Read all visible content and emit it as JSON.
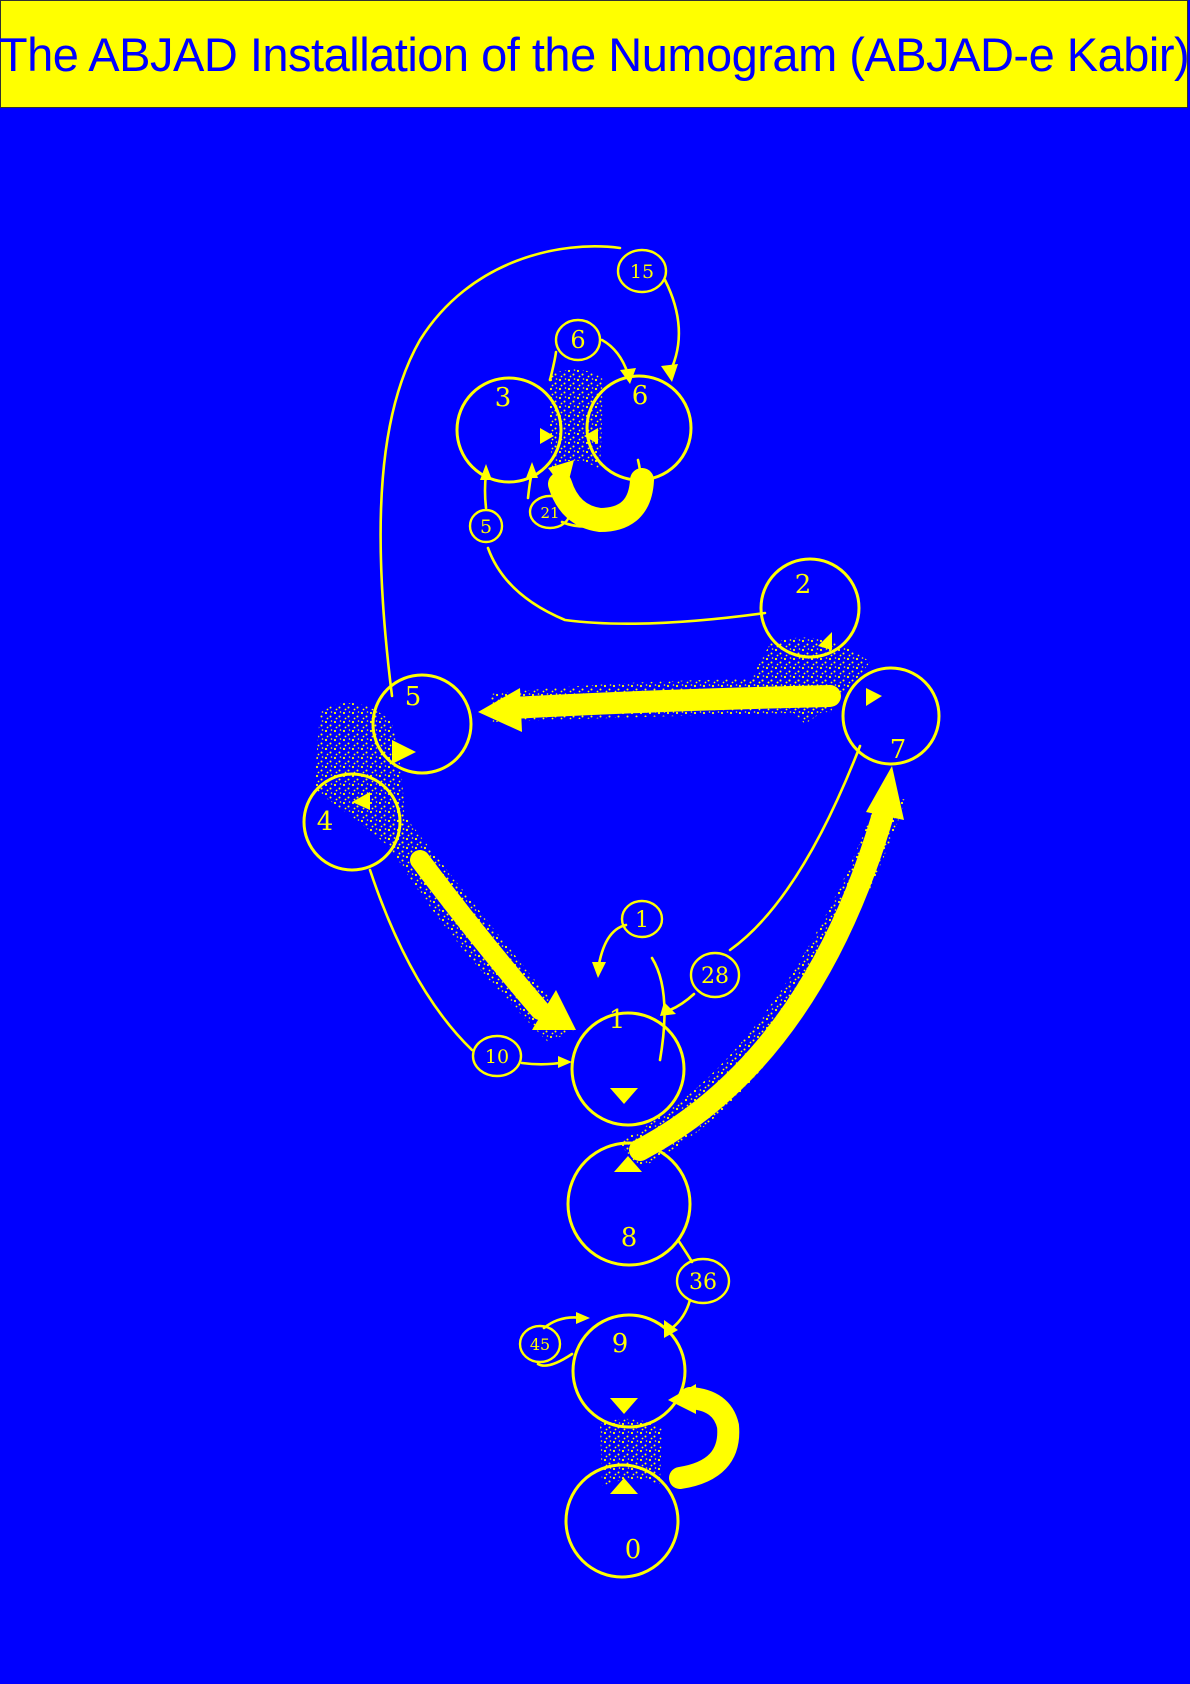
{
  "title": "The ABJAD Installation of the Numogram (ABJAD-e Kabir)",
  "colors": {
    "background": "#0000ff",
    "foreground": "#ffff00",
    "title_bar": "#ffff00",
    "title_text": "#0000ff"
  },
  "zones": [
    "3",
    "6",
    "2",
    "5",
    "7",
    "4",
    "1",
    "8",
    "9",
    "0"
  ],
  "edge_labels": [
    "15",
    "6",
    "21",
    "5",
    "1",
    "28",
    "10",
    "36",
    "45"
  ]
}
